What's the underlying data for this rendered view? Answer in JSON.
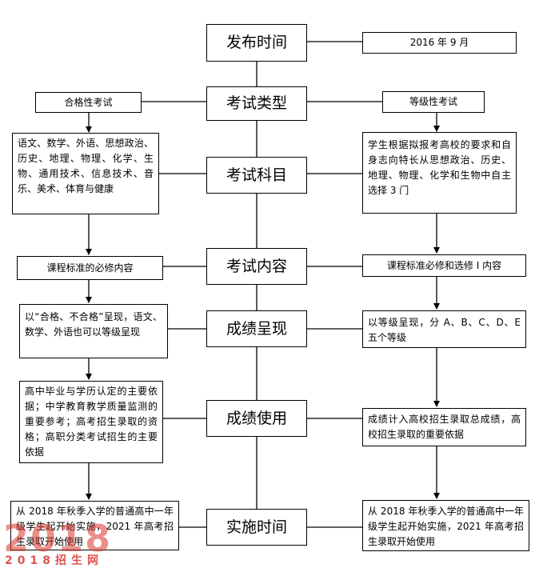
{
  "center": {
    "publish": "发布时间",
    "type": "考试类型",
    "subjects": "考试科目",
    "content": "考试内容",
    "presentation": "成绩呈现",
    "use": "成绩使用",
    "implementation": "实施时间"
  },
  "publish_date": "2016 年 9 月",
  "left": {
    "type": "合格性考试",
    "subjects": "语文、数学、外语、思想政治、历史、地理、物理、化学、生物、通用技术、信息技术、音乐、美术、体育与健康",
    "content": "课程标准的必修内容",
    "presentation": "以“合格、不合格”呈现，语文、数学、外语也可以等级呈现",
    "use": "高中毕业与学历认定的主要依据；中学教育教学质量监测的重要参考；高考招生录取的资格；高职分类考试招生的主要依据",
    "implementation": "从 2018 年秋季入学的普通高中一年级学生起开始实施，2021 年高考招生录取开始使用"
  },
  "right": {
    "type": "等级性考试",
    "subjects": "学生根据拟报考高校的要求和自身志向特长从思想政治、历史、地理、物理、化学和生物中自主选择 3 门",
    "content": "课程标准必修和选修 I 内容",
    "presentation": "以等级呈现，分 A、B、C、D、E 五个等级",
    "use": "成绩计入高校招生录取总成绩，高校招生录取的重要依据",
    "implementation": "从 2018 年秋季入学的普通高中一年级学生起开始实施，2021 年高考招生录取开始使用"
  },
  "watermark": {
    "big": "2018",
    "small": "2018招生网"
  },
  "colors": {
    "line": "#000000",
    "watermark": "#d9362e"
  }
}
